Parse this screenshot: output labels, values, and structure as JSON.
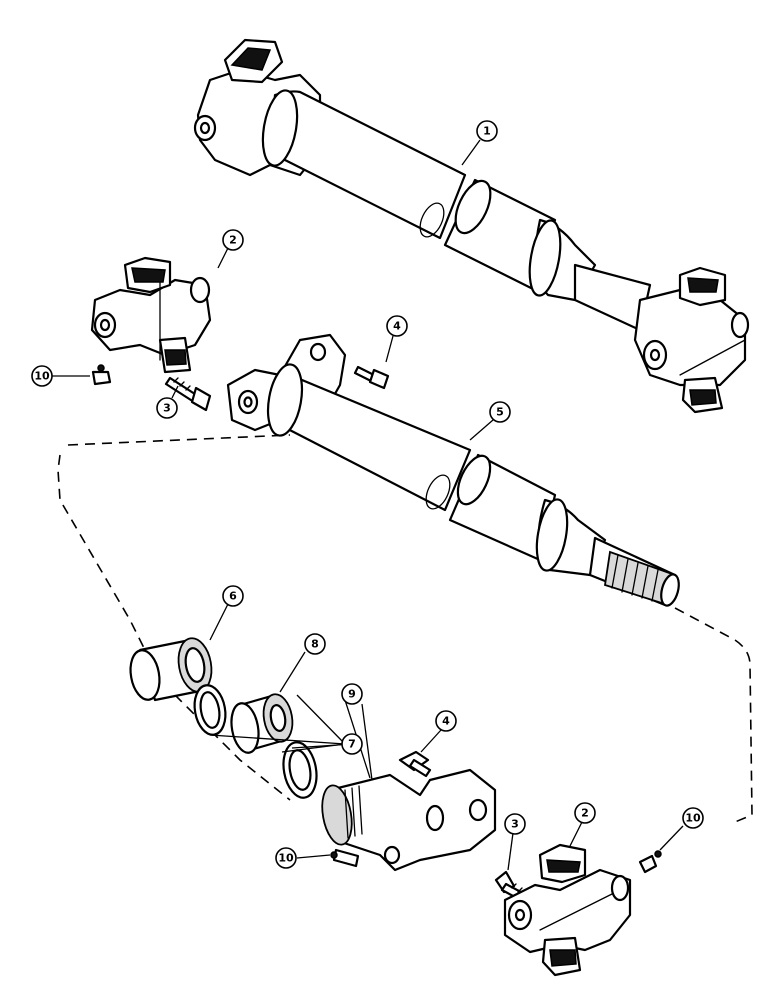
{
  "diagram": {
    "callouts": [
      {
        "id": "c1a",
        "label": "1"
      },
      {
        "id": "c2a",
        "label": "2"
      },
      {
        "id": "c3a",
        "label": "3"
      },
      {
        "id": "c4a",
        "label": "4"
      },
      {
        "id": "c5a",
        "label": "5"
      },
      {
        "id": "c6a",
        "label": "6"
      },
      {
        "id": "c7a",
        "label": "7"
      },
      {
        "id": "c8a",
        "label": "8"
      },
      {
        "id": "c9a",
        "label": "9"
      },
      {
        "id": "c10a",
        "label": "10"
      },
      {
        "id": "c4b",
        "label": "4"
      },
      {
        "id": "c3b",
        "label": "3"
      },
      {
        "id": "c2b",
        "label": "2"
      },
      {
        "id": "c10b",
        "label": "10"
      },
      {
        "id": "c10c",
        "label": "10"
      }
    ]
  }
}
